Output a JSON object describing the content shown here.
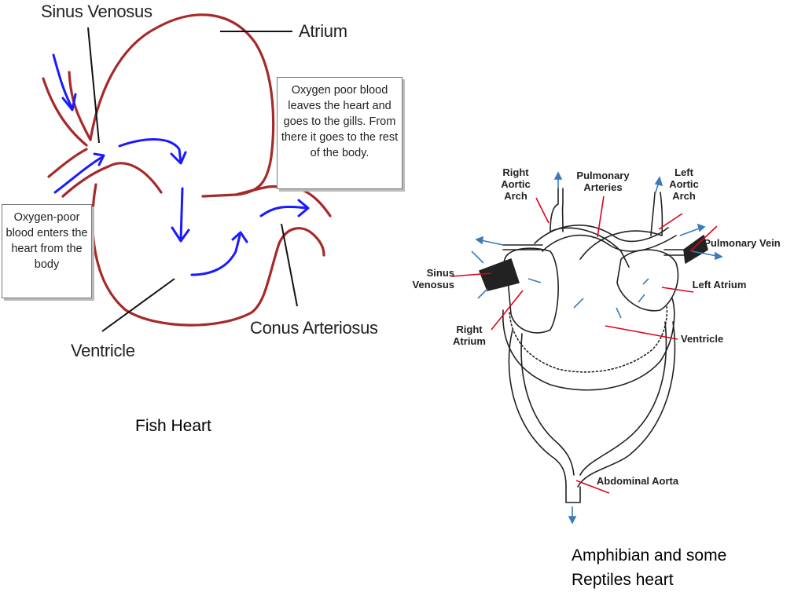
{
  "fish_heart": {
    "labels": {
      "sinus_venosus": "Sinus Venosus",
      "atrium": "Atrium",
      "ventricle": "Ventricle",
      "conus_arteriosus": "Conus Arteriosus"
    },
    "box_leaves": "Oxygen poor blood leaves the heart and goes to the gills.  From there it goes to the rest of the body.",
    "box_enters": "Oxygen-poor blood enters the heart from the body",
    "caption": "Fish Heart"
  },
  "amphibian_heart": {
    "labels": {
      "right_aortic_arch": "Right Aortic Arch",
      "pulmonary_arteries": "Pulmonary Arteries",
      "left_aortic_arch": "Left Aortic Arch",
      "pulmonary_vein": "Pulmonary Vein",
      "sinus_venosus": "Sinus Venosus",
      "left_atrium": "Left Atrium",
      "right_atrium": "Right Atrium",
      "ventricle": "Ventricle",
      "abdominal_aorta": "Abdominal Aorta"
    },
    "caption": "Amphibian and some Reptiles heart"
  },
  "colors": {
    "heart_outline": "#a52a2a",
    "flow_arrow": "#1a1aff",
    "leader_red": "#e0001b",
    "vessel_arrow": "#3b7bb8"
  }
}
